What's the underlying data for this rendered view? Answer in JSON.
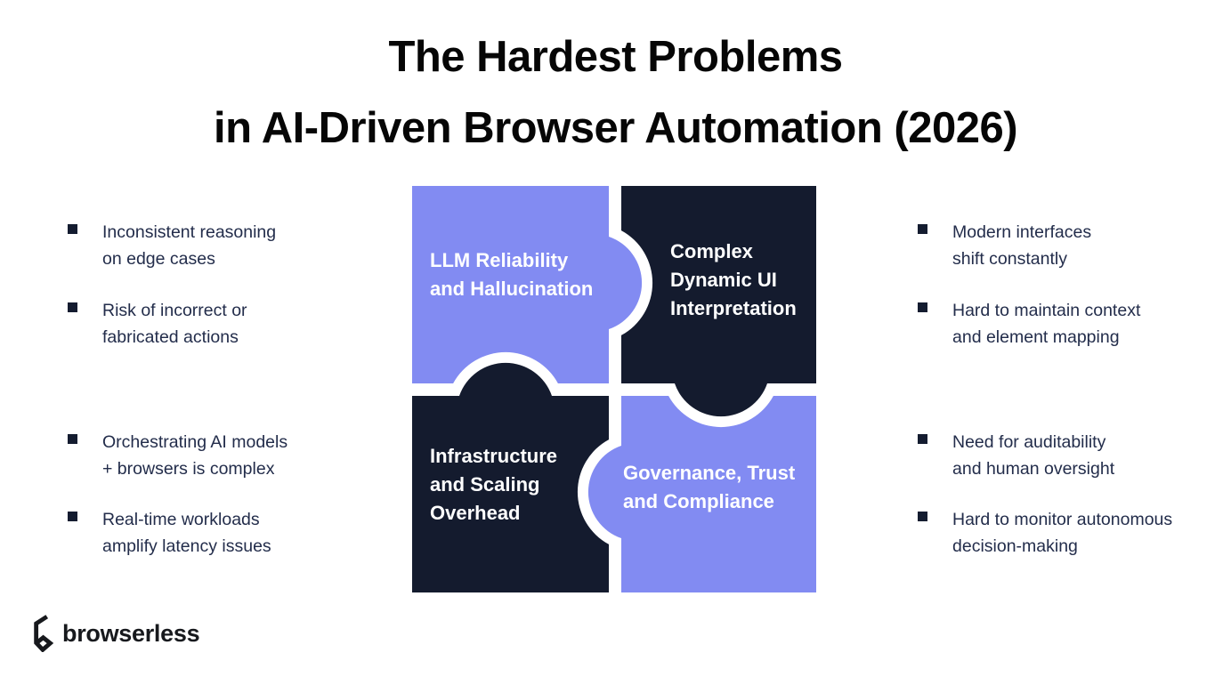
{
  "title": {
    "line1": "The Hardest Problems",
    "line2": "in AI-Driven Browser Automation (2026)"
  },
  "left_column": {
    "items": [
      {
        "lines": [
          "Inconsistent reasoning",
          "on edge cases"
        ]
      },
      {
        "lines": [
          "Risk of incorrect or",
          "fabricated actions"
        ]
      },
      {
        "lines": [
          "Orchestrating AI models",
          "+ browsers is complex"
        ]
      },
      {
        "lines": [
          "Real-time workloads",
          "amplify latency issues"
        ]
      }
    ]
  },
  "right_column": {
    "items": [
      {
        "lines": [
          "Modern interfaces",
          "shift constantly"
        ]
      },
      {
        "lines": [
          "Hard to maintain context",
          "and element mapping"
        ]
      },
      {
        "lines": [
          "Need for auditability",
          "and human oversight"
        ]
      },
      {
        "lines": [
          "Hard to monitor autonomous",
          "decision-making"
        ]
      }
    ]
  },
  "puzzle": {
    "pieces": [
      {
        "lines": [
          "LLM Reliability",
          "and Hallucination"
        ],
        "color": "#828BF2"
      },
      {
        "lines": [
          "Complex",
          "Dynamic UI",
          "Interpretation"
        ],
        "color": "#141B2E"
      },
      {
        "lines": [
          "Infrastructure",
          "and Scaling",
          "Overhead"
        ],
        "color": "#141B2E"
      },
      {
        "lines": [
          "Governance, Trust",
          "and Compliance"
        ],
        "color": "#828BF2"
      }
    ]
  },
  "footer": {
    "brand": "browserless"
  },
  "colors": {
    "purple": "#828BF2",
    "navy": "#141B2E",
    "body_text": "#232D4B",
    "bullet": "#141C30",
    "title": "#060606"
  }
}
